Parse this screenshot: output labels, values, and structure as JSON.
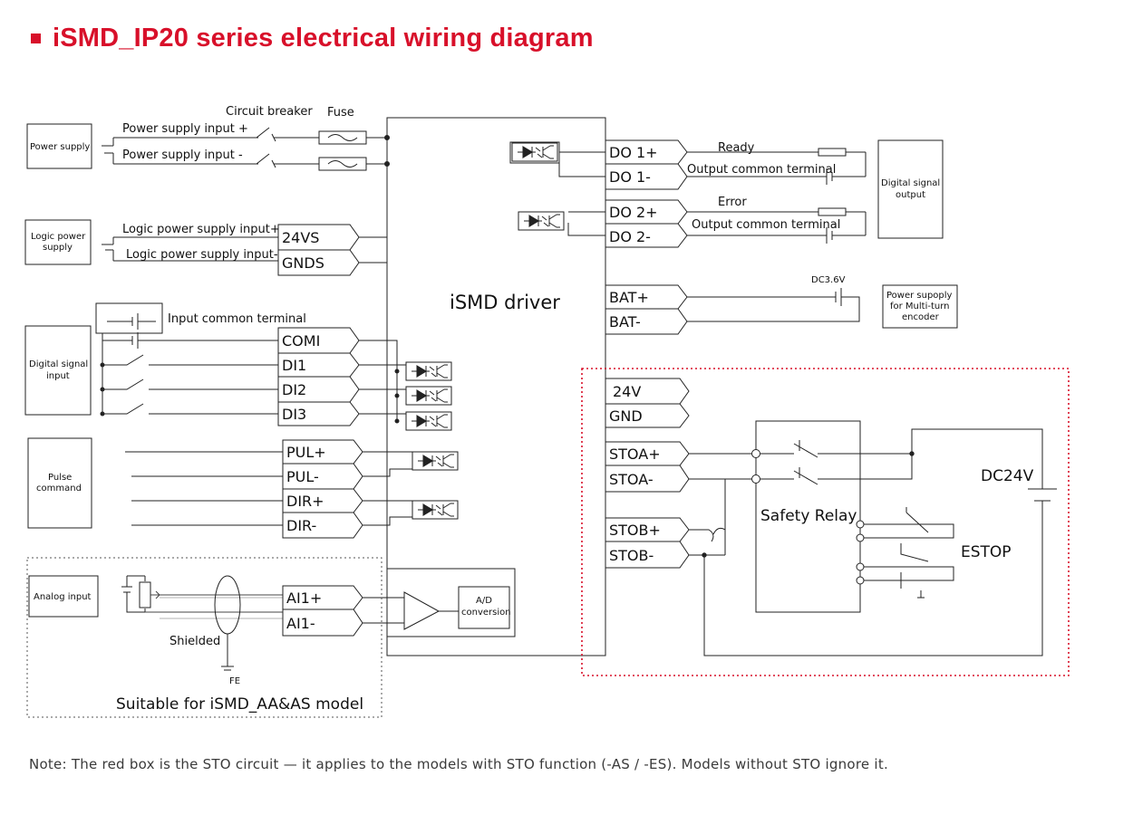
{
  "title": "iSMD_IP20 series electrical wiring diagram",
  "accent_color": "#d8102a",
  "note": "Note: The red box is the STO circuit — it applies to the models with STO function (-AS / -ES). Models without STO ignore it.",
  "driver": {
    "label": "iSMD driver",
    "adc_label_1": "A/D",
    "adc_label_2": "conversion"
  },
  "power": {
    "box_label": "Power supply",
    "breaker_label": "Circuit breaker",
    "fuse_label": "Fuse",
    "input_plus": "Power supply input +",
    "input_minus": "Power supply input -"
  },
  "logic_power": {
    "box_line1": "Logic power",
    "box_line2": "supply",
    "input_plus": "Logic power supply input+",
    "input_minus": "Logic power supply input-",
    "pins": [
      "24VS",
      "GNDS"
    ]
  },
  "digital_input": {
    "box_line1": "Digital signal",
    "box_line2": "input",
    "common_label": "Input common terminal",
    "pins": [
      "COMI",
      "DI1",
      "DI2",
      "DI3"
    ]
  },
  "pulse": {
    "box_line1": "Pulse",
    "box_line2": "command",
    "pins": [
      "PUL+",
      "PUL-",
      "DIR+",
      "DIR-"
    ]
  },
  "analog": {
    "box_label": "Analog input",
    "shield_label": "Shielded",
    "ground_label": "FE",
    "model_note": "Suitable for  iSMD_AA&AS model",
    "pins": [
      "AI1+",
      "AI1-"
    ]
  },
  "digital_output": {
    "box_line1": "Digital signal",
    "box_line2": "output",
    "pins": [
      "DO 1+",
      "DO 1-",
      "DO 2+",
      "DO 2-"
    ],
    "ready_label": "Ready",
    "error_label": "Error",
    "common_label": "Output common terminal"
  },
  "battery": {
    "pins": [
      "BAT+",
      "BAT-"
    ],
    "voltage_label": "DC3.6V",
    "box_line1": "Power supoply",
    "box_line2": "for Multi-turn",
    "box_line3": "encoder"
  },
  "sto": {
    "pins": [
      "24V",
      "GND",
      "STOA+",
      "STOA-",
      "STOB+",
      "STOB-"
    ],
    "relay_label": "Safety Relay",
    "supply_label": "DC24V",
    "estop_label": "ESTOP"
  }
}
